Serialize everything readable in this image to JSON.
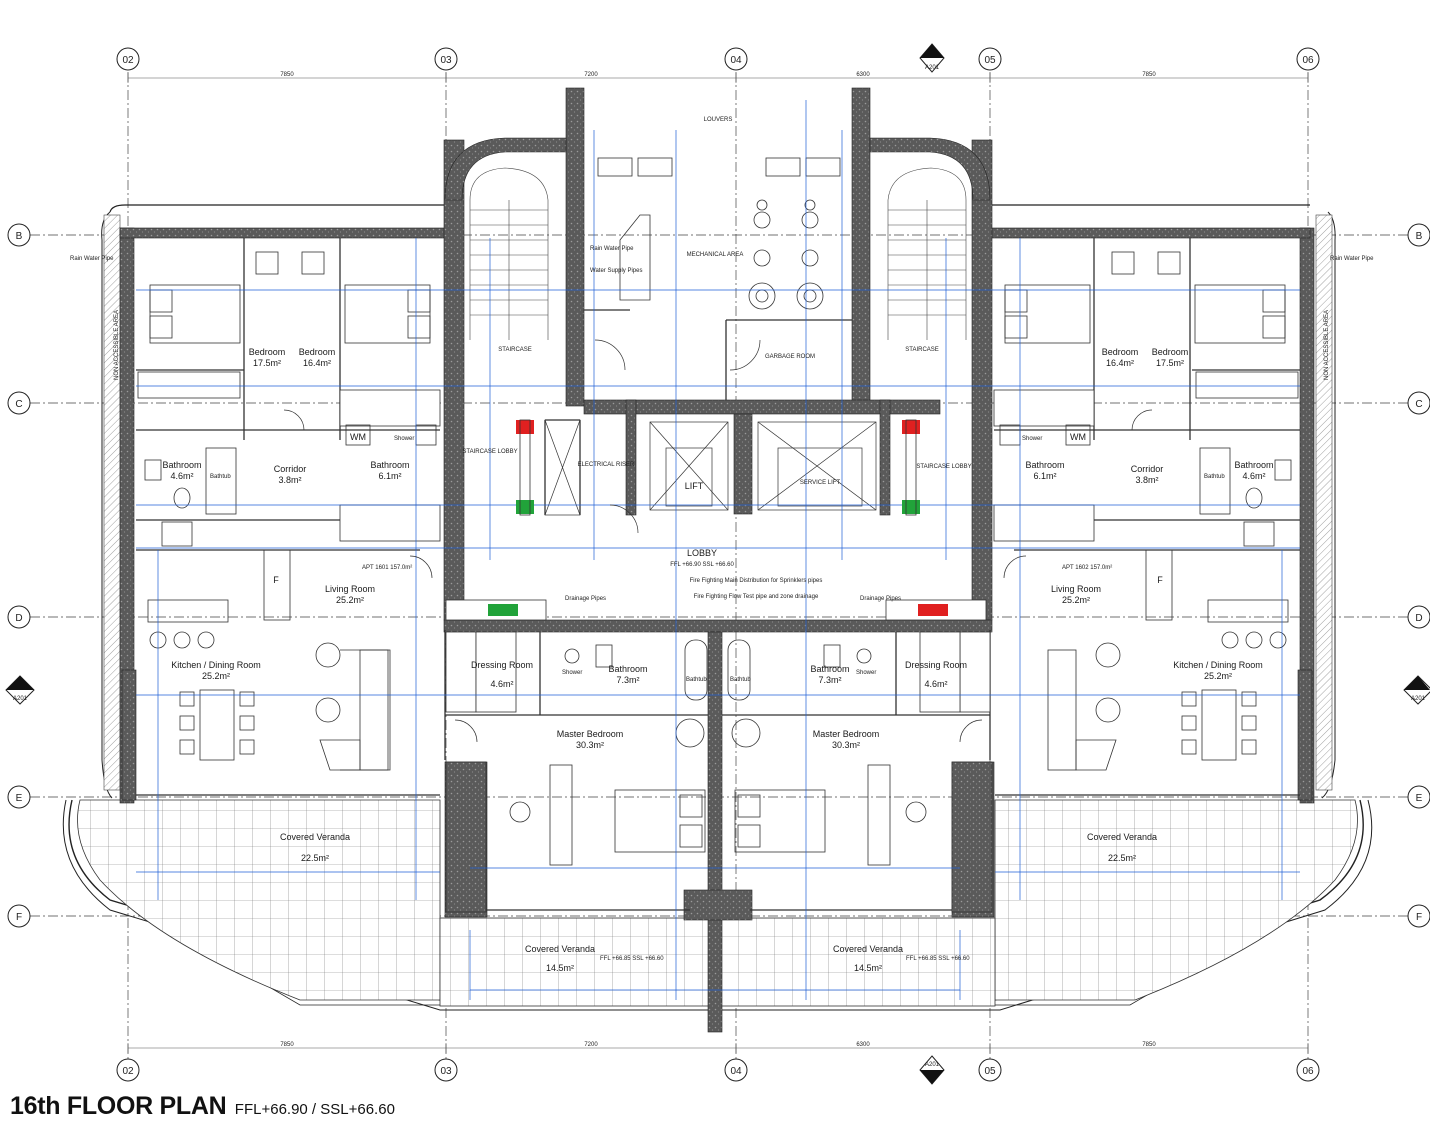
{
  "title": {
    "main": "16th FLOOR PLAN",
    "sub": "FFL+66.90 / SSL+66.60"
  },
  "grid_columns": [
    "02",
    "03",
    "04",
    "05",
    "06"
  ],
  "grid_rows": [
    "B",
    "C",
    "D",
    "E",
    "F"
  ],
  "dimensions_top": [
    "7850",
    "7200",
    "6300",
    "7850"
  ],
  "section_marker": {
    "label": "A-A",
    "ref": "A201",
    "side_label": "B-B"
  },
  "rooms_left": [
    {
      "name": "Bedroom",
      "area": "17.5m²"
    },
    {
      "name": "Bedroom",
      "area": "16.4m²"
    },
    {
      "name": "Bathroom",
      "area": "4.6m²"
    },
    {
      "name": "Corridor",
      "area": "3.8m²"
    },
    {
      "name": "Bathroom",
      "area": "6.1m²"
    },
    {
      "name": "Living Room",
      "area": "25.2m²"
    },
    {
      "name": "Kitchen / Dining Room",
      "area": "25.2m²"
    },
    {
      "name": "Covered Veranda",
      "area": "22.5m²"
    },
    {
      "name": "Dressing Room",
      "area": "4.6m²"
    },
    {
      "name": "Bathroom",
      "area": "7.3m²"
    },
    {
      "name": "Master Bedroom",
      "area": "30.3m²"
    },
    {
      "name": "Covered Veranda",
      "area": "14.5m²"
    }
  ],
  "rooms_right": [
    {
      "name": "Bedroom",
      "area": "16.4m²"
    },
    {
      "name": "Bedroom",
      "area": "17.5m²"
    },
    {
      "name": "Bathroom",
      "area": "6.1m²"
    },
    {
      "name": "Corridor",
      "area": "3.8m²"
    },
    {
      "name": "Bathroom",
      "area": "4.6m²"
    },
    {
      "name": "Living Room",
      "area": "25.2m²"
    },
    {
      "name": "Kitchen / Dining Room",
      "area": "25.2m²"
    },
    {
      "name": "Covered Veranda",
      "area": "22.5m²"
    },
    {
      "name": "Dressing Room",
      "area": "4.6m²"
    },
    {
      "name": "Bathroom",
      "area": "7.3m²"
    },
    {
      "name": "Master Bedroom",
      "area": "30.3m²"
    },
    {
      "name": "Covered Veranda",
      "area": "14.5m²"
    }
  ],
  "core": {
    "louvers": "LOUVERS",
    "mechanical": "MECHANICAL AREA",
    "garbage": "GARBAGE ROOM",
    "staircase": "STAIRCASE",
    "staircase_lobby": "STAIRCASE LOBBY",
    "electrical_riser": "ELECTRICAL RISER",
    "lift": "LIFT",
    "service_lift": "SERVICE LIFT",
    "lobby": "LOBBY",
    "lobby_level": "FFL +66.90 SSL +66.60",
    "fire_fighting": "Fire Fighting Main Distribution for Sprinklers pipes",
    "fire_flow": "Fire Fighting Flow Test pipe and zone drainage",
    "drainage_pipes": "Drainage Pipes",
    "rain_water_pipe": "Rain Water Pipe",
    "water_supply": "Water Supply Pipes",
    "apt_left": "APT 1601 157.0m²",
    "apt_right": "APT 1602 157.0m²",
    "non_accessible": "NON ACCESSIBLE AREA",
    "wm": "WM",
    "shower": "Shower",
    "bathtub": "Bathtub",
    "f": "F",
    "veranda_level": "FFL +66.85 SSL +66.60"
  },
  "colors": {
    "wall": "#444444",
    "blue_dim": "#1f5fd6",
    "red_marker": "#e02020",
    "green_marker": "#21a33a"
  }
}
